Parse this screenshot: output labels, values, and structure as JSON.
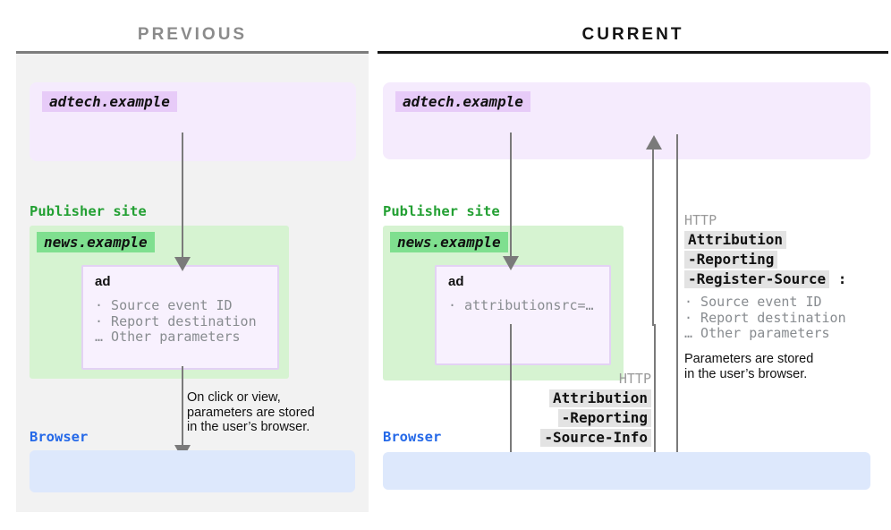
{
  "previous": {
    "title": "PREVIOUS",
    "adtech_label": "adtech.example",
    "publisher_label": "Publisher site",
    "news_label": "news.example",
    "ad_label": "ad",
    "ad_params": [
      "· Source event ID",
      "· Report destination",
      "… Other parameters"
    ],
    "note": "On click or view,\nparameters are stored\nin the user’s browser.",
    "browser_label": "Browser"
  },
  "current": {
    "title": "CURRENT",
    "adtech_label": "adtech.example",
    "publisher_label": "Publisher site",
    "news_label": "news.example",
    "ad_label": "ad",
    "ad_params": [
      "· attributionsrc=…"
    ],
    "request_header": {
      "protocol": "HTTP",
      "lines": [
        "Attribution",
        "-Reporting",
        "-Source-Info"
      ]
    },
    "response_header": {
      "protocol": "HTTP",
      "lines": [
        "Attribution",
        "-Reporting",
        "-Register-Source"
      ],
      "colon": " :",
      "params": [
        "· Source event ID",
        "· Report destination",
        "… Other parameters"
      ]
    },
    "note": "Parameters are stored\nin the user’s browser.",
    "browser_label": "Browser"
  },
  "colors": {
    "panel_gray": "#f2f2f2",
    "purple_box": "#f5ebfd",
    "purple_tag": "#e7cbf8",
    "green_box": "#d6f3d1",
    "green_tag": "#7fdf8f",
    "publisher_green": "#23a033",
    "browser_blue": "#2569e8",
    "browser_box_blue": "#dde8fc",
    "arrow_gray": "#7a7a7a",
    "header_highlight": "#e3e3e3",
    "muted_text": "#888c90",
    "previous_title_gray": "#8b8b8b"
  }
}
